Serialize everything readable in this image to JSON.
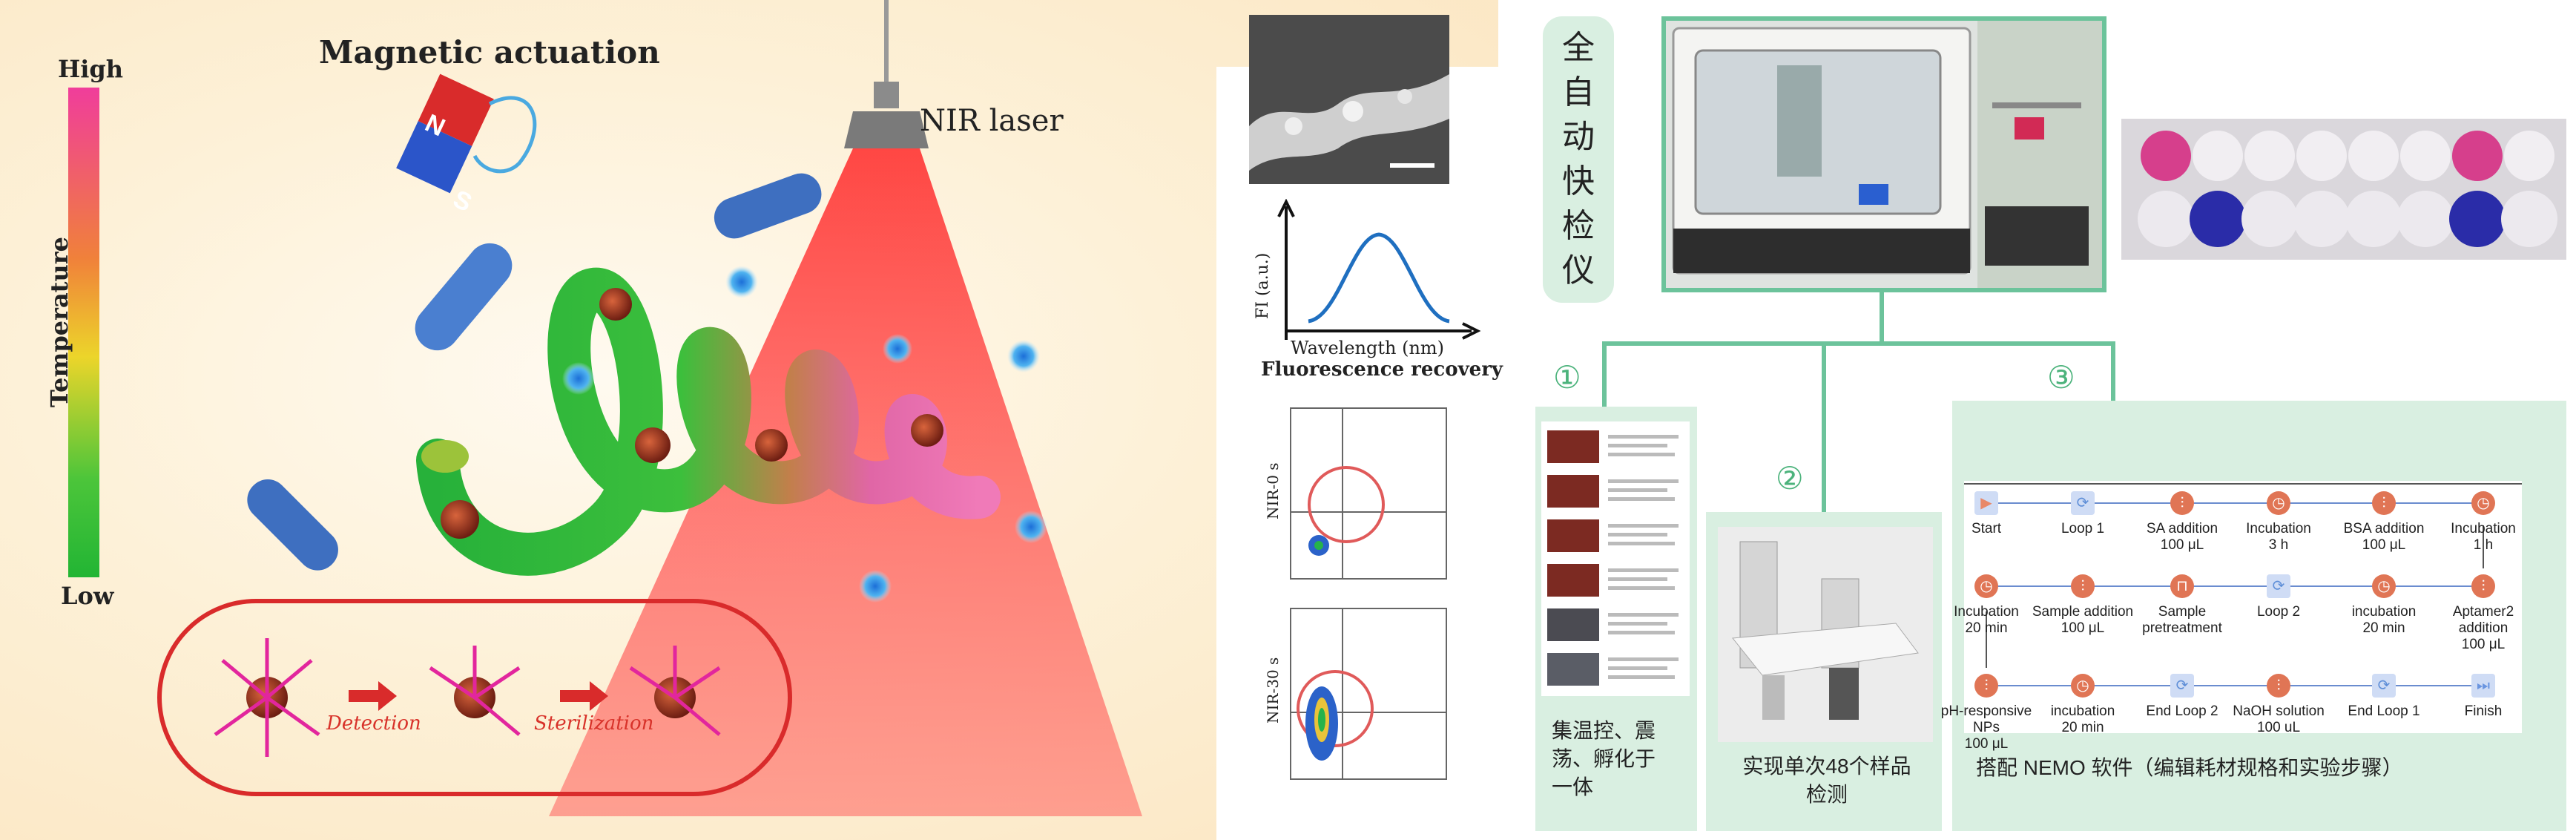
{
  "left_figure": {
    "temperature_scale": {
      "high": "High",
      "low": "Low",
      "axis_label": "Temperature"
    },
    "magnetic_actuation": "Magnetic actuation",
    "magnet_labels": {
      "north": "N",
      "south": "S"
    },
    "nir_laser": "NIR laser",
    "process_labels": {
      "detection": "Detection",
      "sterilization": "Sterilization"
    }
  },
  "middle_figure": {
    "spectrum_y_label": "FI (a.u.)",
    "spectrum_x_label": "Wavelength (nm)",
    "spectrum_caption": "Fluorescence recovery",
    "flow_top_ylabel": "NIR-0 s",
    "flow_bottom_ylabel": "NIR-30 s"
  },
  "right_figure": {
    "title_chars": [
      "全",
      "自",
      "动",
      "快",
      "检",
      "仪"
    ],
    "markers": {
      "one": "①",
      "two": "②",
      "three": "③"
    },
    "panel1_caption": [
      "集温控、震",
      "荡、孵化于",
      "一体"
    ],
    "panel2_caption": [
      "实现单次48个样品",
      "检测"
    ],
    "panel3_caption": "搭配 NEMO 软件（编辑耗材规格和实验步骤）",
    "workflow": {
      "row1": [
        {
          "label": "Start",
          "icon": "play-icon"
        },
        {
          "label": "Loop 1",
          "icon": "loop-icon"
        },
        {
          "label": "SA addition\n100 μL",
          "icon": "pipette-icon"
        },
        {
          "label": "Incubation\n3 h",
          "icon": "clock-icon"
        },
        {
          "label": "BSA addition\n100 μL",
          "icon": "pipette-icon"
        },
        {
          "label": "Incubation\n1 h",
          "icon": "clock-icon"
        }
      ],
      "row2": [
        {
          "label": "Incubation\n20 min",
          "icon": "clock-icon"
        },
        {
          "label": "Sample addition\n100 μL",
          "icon": "pipette-icon"
        },
        {
          "label": "Sample\npretreatment",
          "icon": "tube-icon"
        },
        {
          "label": "Loop 2",
          "icon": "loop-icon"
        },
        {
          "label": "incubation\n20 min",
          "icon": "clock-icon"
        },
        {
          "label": "Aptamer2 addition\n100 μL",
          "icon": "pipette-icon"
        }
      ],
      "row3": [
        {
          "label": "pH-responsive NPs\n100 μL",
          "icon": "pipette-icon"
        },
        {
          "label": "incubation\n20 min",
          "icon": "clock-icon"
        },
        {
          "label": "End Loop 2",
          "icon": "loop-icon"
        },
        {
          "label": "NaOH solution\n100 uL",
          "icon": "pipette-icon"
        },
        {
          "label": "End Loop 1",
          "icon": "loop-icon"
        },
        {
          "label": "Finish",
          "icon": "finish-icon"
        }
      ]
    }
  }
}
